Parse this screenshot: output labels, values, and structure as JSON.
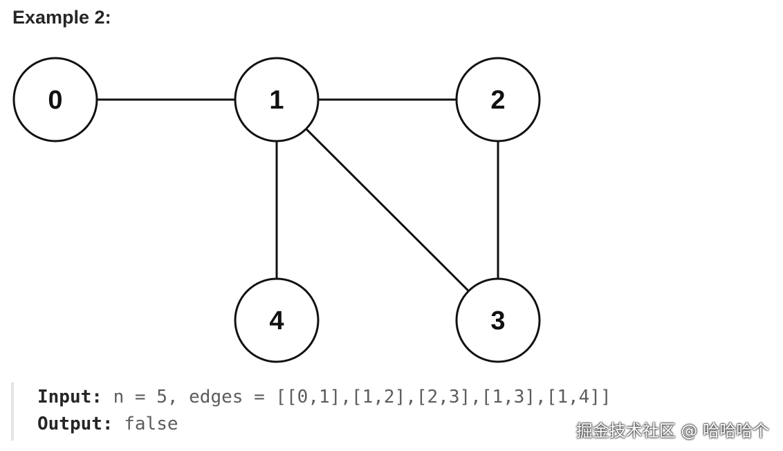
{
  "heading": "Example 2:",
  "graph": {
    "nodes": [
      {
        "id": 0,
        "label": "0"
      },
      {
        "id": 1,
        "label": "1"
      },
      {
        "id": 2,
        "label": "2"
      },
      {
        "id": 3,
        "label": "3"
      },
      {
        "id": 4,
        "label": "4"
      }
    ],
    "edges": [
      [
        0,
        1
      ],
      [
        1,
        2
      ],
      [
        2,
        3
      ],
      [
        1,
        3
      ],
      [
        1,
        4
      ]
    ]
  },
  "example": {
    "input_label": "Input:",
    "input_value": "n = 5, edges = [[0,1],[1,2],[2,3],[1,3],[1,4]]",
    "output_label": "Output:",
    "output_value": "false"
  },
  "watermark": "掘金技术社区 @ 哈哈哈个"
}
